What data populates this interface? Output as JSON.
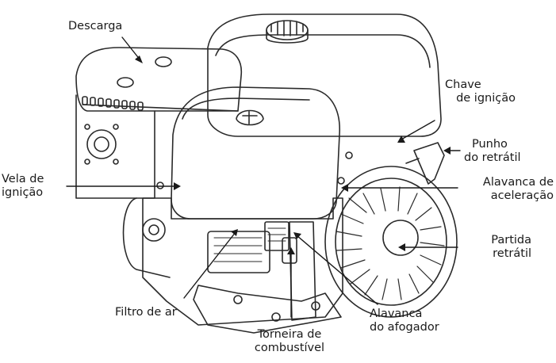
{
  "labels": {
    "descarga": "Descarga",
    "vela_line1": "Vela de",
    "vela_line2": "ignição",
    "filtro": "Filtro de ar",
    "torneira_line1": "Torneira de",
    "torneira_line2": "combustível",
    "afogador_line1": "Alavanca",
    "afogador_line2": "do afogador",
    "chave_line1": "Chave",
    "chave_line2": "de ignição",
    "punho_line1": "Punho",
    "punho_line2": "do retrátil",
    "aceleracao_line1": "Alavanca de",
    "aceleracao_line2": "aceleração",
    "partida_line1": "Partida",
    "partida_line2": "retrátil"
  },
  "colors": {
    "ink": "#1a1a1a",
    "background": "#ffffff"
  }
}
